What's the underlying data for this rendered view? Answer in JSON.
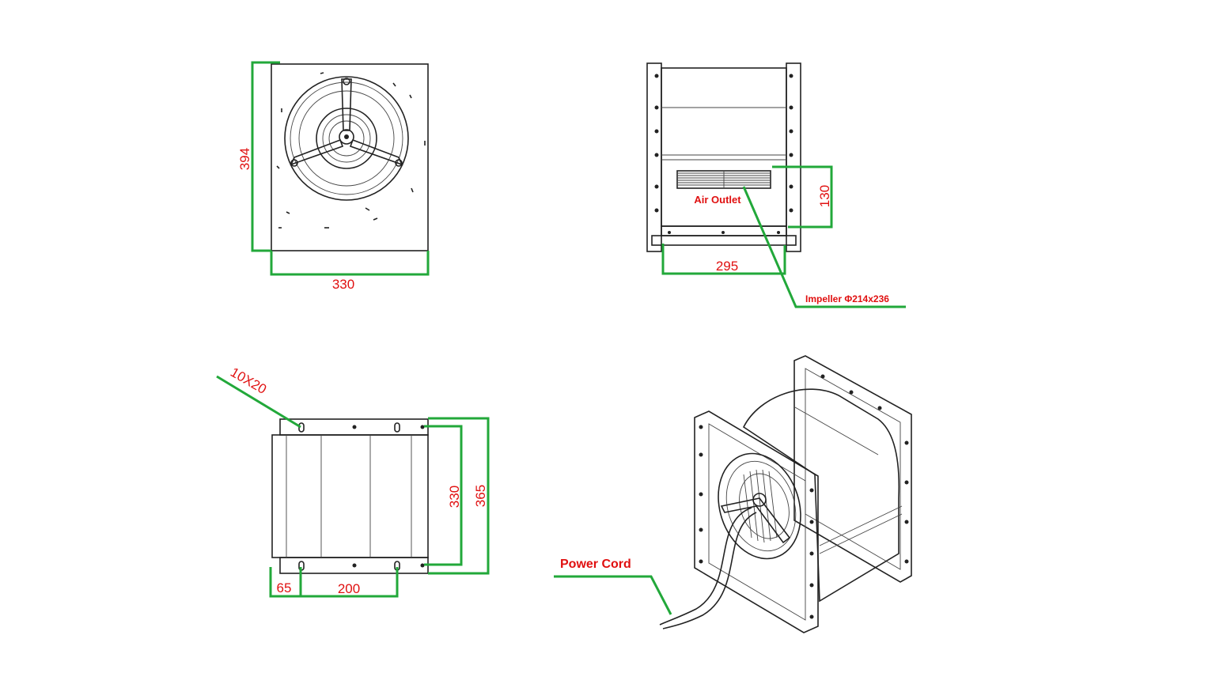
{
  "colors": {
    "dimension_line": "#22a83a",
    "dimension_text": "#e01010",
    "drawing": "#222222"
  },
  "front_view": {
    "width_label": "330",
    "height_label": "394"
  },
  "side_view": {
    "outlet_height_label": "130",
    "outlet_width_label": "295",
    "air_outlet_label": "Air Outlet",
    "impeller_label": "Impeller Φ214x236"
  },
  "bottom_view": {
    "slot_label": "10X20",
    "inner_depth_label": "330",
    "outer_depth_label": "365",
    "edge_offset_label": "65",
    "slot_spacing_label": "200"
  },
  "iso_view": {
    "power_cord_label": "Power Cord"
  }
}
